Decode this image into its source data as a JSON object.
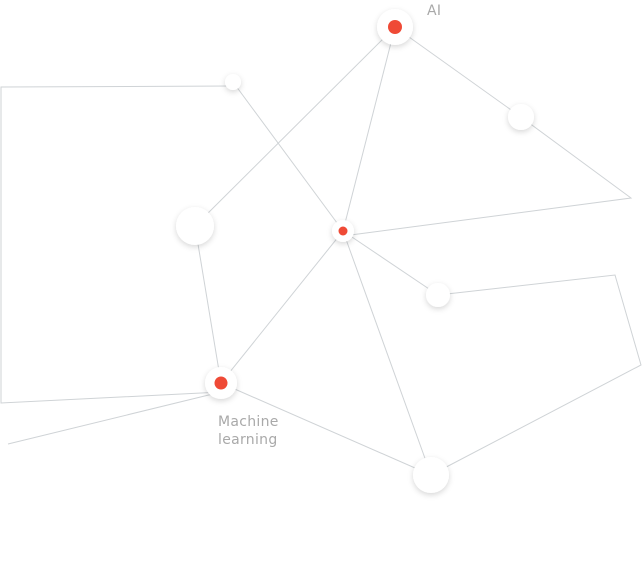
{
  "labels": {
    "ai": "AI",
    "machine_learning": "Machine\nlearning"
  },
  "colors": {
    "background": "#ffffff",
    "edge": "#cfd3d6",
    "highlight_dot": "#ef4a36",
    "label_text": "#a9a9a9"
  },
  "nodes": [
    {
      "id": "ai",
      "highlighted": true
    },
    {
      "id": "top-small",
      "highlighted": false
    },
    {
      "id": "right-upper",
      "highlighted": false
    },
    {
      "id": "left-mid",
      "highlighted": false
    },
    {
      "id": "center-hub",
      "highlighted": true
    },
    {
      "id": "right-mid",
      "highlighted": false
    },
    {
      "id": "machine-learning",
      "highlighted": true
    },
    {
      "id": "bottom",
      "highlighted": false
    }
  ]
}
